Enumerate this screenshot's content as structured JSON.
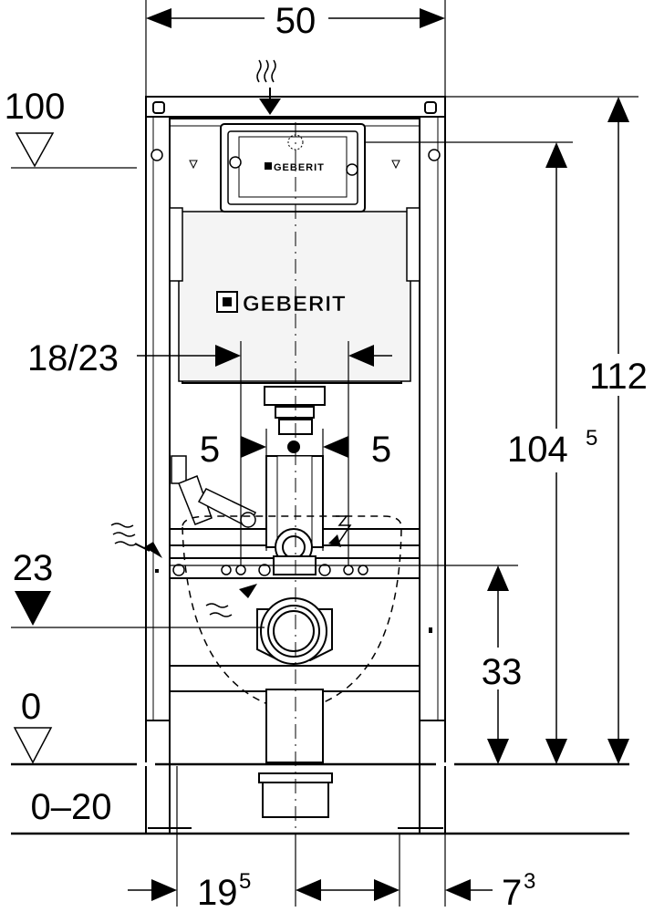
{
  "brand": {
    "logo_text": "GEBERIT",
    "plate_logo_text": "GEBERIT"
  },
  "dimensions": {
    "width": "50",
    "level_top": "100",
    "height_total": "112",
    "height_tank_base": "104",
    "height_tank_sup": "5",
    "flush_pipe_spacing": "18/23",
    "connector_left": "5",
    "connector_right": "5",
    "level_23": "23",
    "height_drain": "33",
    "level_zero": "0",
    "floor_range": "0–20",
    "offset_left_base": "19",
    "offset_left_sup": "5",
    "offset_right_base": "7",
    "offset_right_sup": "3"
  },
  "colors": {
    "ink": "#000000",
    "fill": "#ffffff",
    "panel": "#f4f4f4"
  }
}
